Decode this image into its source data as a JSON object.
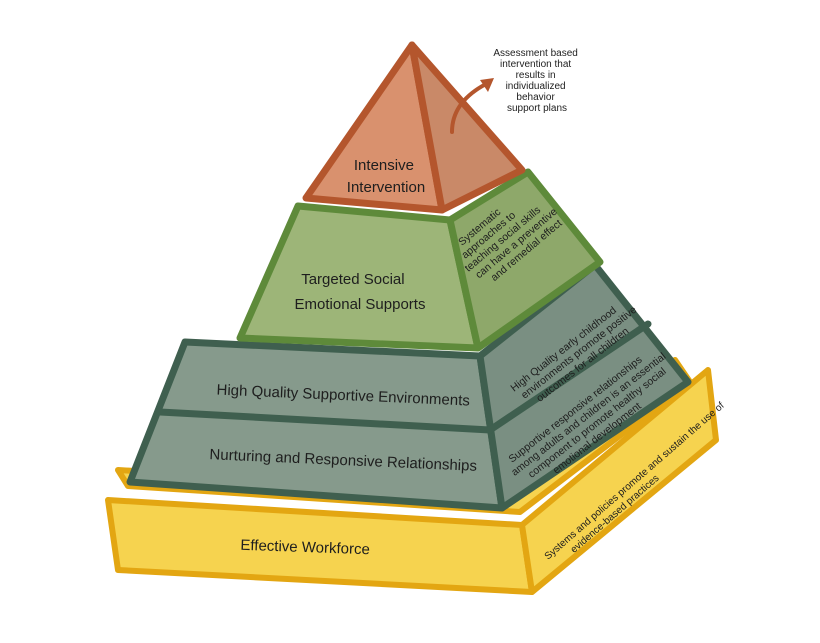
{
  "colors": {
    "top_fill": "#d9916e",
    "top_side_fill": "#c98968",
    "top_stroke": "#b4562d",
    "mid_fill": "#9db578",
    "mid_side_fill": "#8ea86a",
    "mid_stroke": "#5e8a3a",
    "base_fill": "#869a8c",
    "base_side_fill": "#7a8f82",
    "base_stroke": "#3f5f4f",
    "foundation_fill": "#f6d34f",
    "foundation_stroke": "#e3a612",
    "arrow": "#b4562d"
  },
  "tiers": {
    "intensive": {
      "line1": "Intensive",
      "line2": "Intervention",
      "side_note": {
        "line1": "Assessment based",
        "line2": "intervention that",
        "line3": "results in",
        "line4": "individualized",
        "line5": "behavior",
        "line6": "support plans"
      }
    },
    "targeted": {
      "line1": "Targeted Social",
      "line2": "Emotional Supports",
      "side_note": {
        "line1": "Systematic",
        "line2": "approaches to",
        "line3": "teaching social skills",
        "line4": "can have a preventive",
        "line5": "and remedial effect"
      }
    },
    "environments": {
      "label": "High Quality Supportive Environments",
      "side_note": {
        "line1": "High Quality early childhood",
        "line2": "environments promote positive",
        "line3": "outcomes for all children"
      }
    },
    "relationships": {
      "label": "Nurturing and Responsive Relationships",
      "side_note": {
        "line1": "Supportive responsive relationships",
        "line2": "among adults and children is an essential",
        "line3": "component to promote healthy social",
        "line4": "emotional development"
      }
    }
  },
  "foundation": {
    "label": "Effective Workforce",
    "side_note": {
      "line1": "Systems and policies promote and sustain the use of",
      "line2": "evidence-based practices"
    }
  }
}
